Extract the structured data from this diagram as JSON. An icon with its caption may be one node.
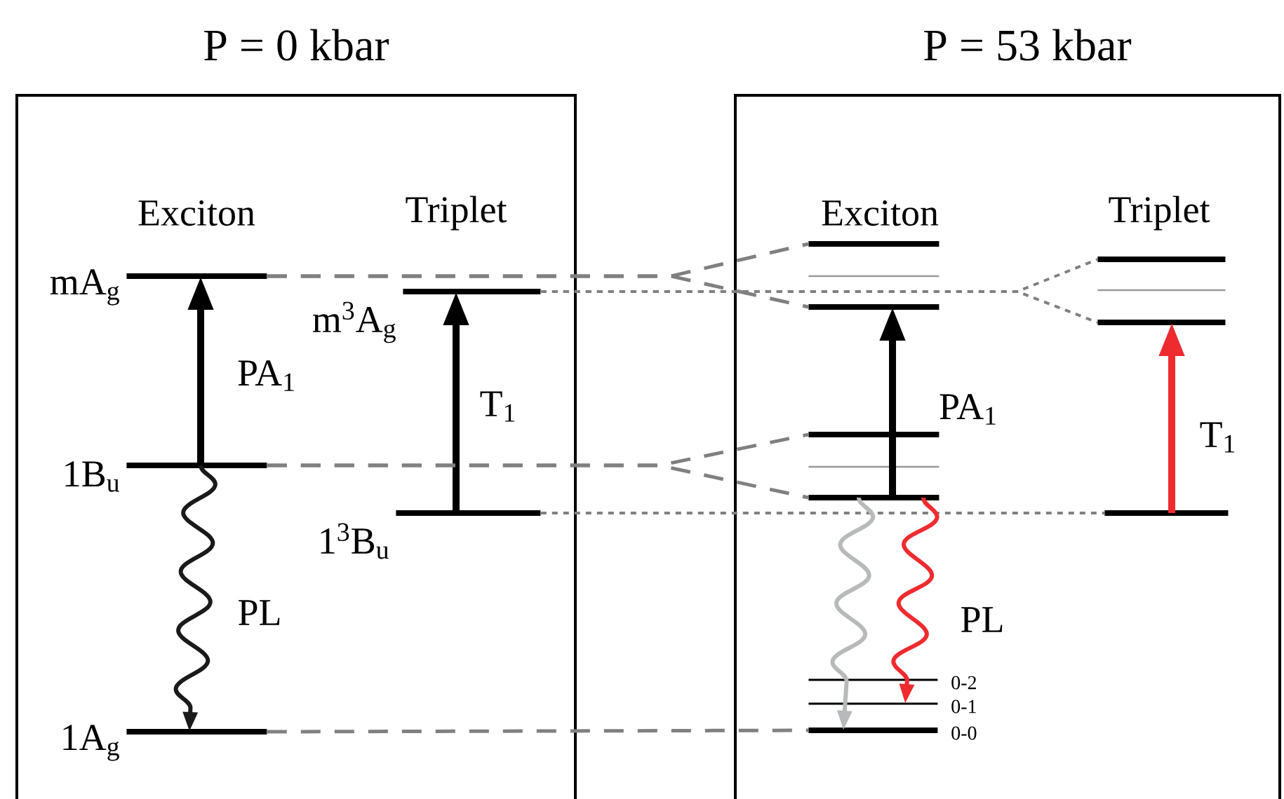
{
  "diagram": {
    "nodes": [
      {
        "text": [
          "P = 0 kbar"
        ]
      },
      {
        "text": [
          "P = 53 kbar"
        ]
      },
      {
        "text": [
          "mA$_{g}$"
        ],
        "in": 0
      },
      {
        "text": [
          "1B$_{u}$"
        ],
        "in": 0
      },
      {
        "text": [
          "1A$_{g}$"
        ],
        "in": 0
      },
      {
        "text": [
          "m$^{3}$A$_{g}$"
        ],
        "in": 0
      },
      {
        "text": [
          "1$^{3}$B$_{u}$"
        ],
        "in": 0
      },
      {
        "text": [],
        "shape": "bar",
        "in": 1
      },
      {
        "text": [],
        "shape": "bar",
        "in": 1
      },
      {
        "text": [],
        "shape": "bar",
        "in": 1
      },
      {
        "text": [],
        "shape": "bar",
        "in": 1
      },
      {
        "text": [],
        "shape": "bar",
        "in": 1
      },
      {
        "text": [],
        "shape": "bar",
        "in": 1
      },
      {
        "text": [
          "0-2"
        ],
        "in": 1
      },
      {
        "text": [
          "0-1"
        ],
        "in": 1
      },
      {
        "text": [
          "0-0"
        ],
        "in": 1
      },
      {
        "text": [],
        "shape": "bar",
        "in": 1
      },
      {
        "text": [],
        "shape": "bar",
        "in": 1
      },
      {
        "text": [],
        "shape": "bar",
        "in": 1
      },
      {
        "text": [],
        "shape": "bar",
        "in": 1
      }
    ],
    "edges": [
      {
        "from": 3,
        "to": 2,
        "arrow": "to",
        "label": "PA$_{1}$",
        "style": "thick",
        "color": "#000000"
      },
      {
        "from": 6,
        "to": 5,
        "arrow": "to",
        "label": "T$_{1}$",
        "style": "thick",
        "color": "#000000"
      },
      {
        "from": 3,
        "to": 4,
        "arrow": "to",
        "label": "PL",
        "color": "#1a1a1a"
      },
      {
        "from": 2,
        "to": 7,
        "arrow": "none",
        "style": "dashed",
        "color": "#808080"
      },
      {
        "from": 2,
        "to": 9,
        "arrow": "none",
        "style": "dashed",
        "color": "#808080"
      },
      {
        "from": 3,
        "to": 10,
        "arrow": "none",
        "style": "dashed",
        "color": "#808080"
      },
      {
        "from": 3,
        "to": 12,
        "arrow": "none",
        "style": "dashed",
        "color": "#808080"
      },
      {
        "from": 4,
        "to": 15,
        "arrow": "none",
        "style": "dashed",
        "color": "#808080"
      },
      {
        "from": 5,
        "to": 16,
        "arrow": "none",
        "style": "dashed",
        "color": "#808080"
      },
      {
        "from": 5,
        "to": 18,
        "arrow": "none",
        "style": "dashed",
        "color": "#808080"
      },
      {
        "from": 6,
        "to": 19,
        "arrow": "none",
        "style": "dashed",
        "color": "#808080"
      },
      {
        "from": 12,
        "to": 9,
        "arrow": "to",
        "label": "PA$_{1}$",
        "style": "thick",
        "color": "#000000"
      },
      {
        "from": 12,
        "to": 15,
        "arrow": "to",
        "color": "#b8b9bb"
      },
      {
        "from": 12,
        "to": 14,
        "arrow": "to",
        "label": "PL",
        "color": "#ee2b2f"
      },
      {
        "from": 19,
        "to": 18,
        "arrow": "to",
        "label": "T$_{1}$",
        "style": "thick",
        "color": "#ee2b2f"
      }
    ],
    "labels": [
      "Exciton",
      "Triplet",
      "Exciton",
      "Triplet"
    ]
  }
}
